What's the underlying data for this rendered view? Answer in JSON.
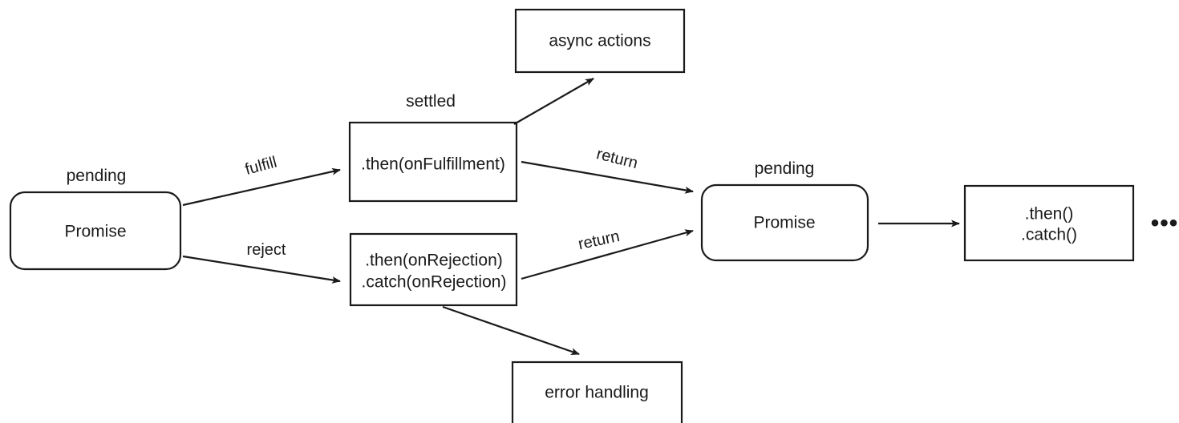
{
  "diagram": {
    "title": "JavaScript Promise lifecycle flow",
    "background_color": "#ffffff",
    "stroke_color": "#1a1a1a",
    "nodes": {
      "promise_pending_left": {
        "label": "Promise",
        "state_label": "pending",
        "shape": "rounded-rect"
      },
      "then_on_fulfillment": {
        "label": ".then(onFulfillment)",
        "state_label": "settled",
        "shape": "rect"
      },
      "then_on_rejection": {
        "label_line1": ".then(onRejection)",
        "label_line2": ".catch(onRejection)",
        "shape": "rect"
      },
      "async_actions": {
        "label": "async actions",
        "shape": "rect"
      },
      "error_handling": {
        "label": "error handling",
        "shape": "rect"
      },
      "promise_pending_right": {
        "label": "Promise",
        "state_label": "pending",
        "shape": "rounded-rect"
      },
      "then_catch_chain": {
        "label_line1": ".then()",
        "label_line2": ".catch()",
        "shape": "rect"
      },
      "continuation": {
        "label": "•••"
      }
    },
    "edges": [
      {
        "id": "fulfill",
        "label": "fulfill",
        "from": "promise_pending_left",
        "to": "then_on_fulfillment",
        "rotation_deg": -15
      },
      {
        "id": "reject",
        "label": "reject",
        "from": "promise_pending_left",
        "to": "then_on_rejection",
        "rotation_deg": 0
      },
      {
        "id": "async",
        "label": "",
        "from": "then_on_fulfillment",
        "to": "async_actions",
        "rotation_deg": 0
      },
      {
        "id": "error",
        "label": "",
        "from": "then_on_rejection",
        "to": "error_handling",
        "rotation_deg": 0
      },
      {
        "id": "return_upper",
        "label": "return",
        "from": "then_on_fulfillment",
        "to": "promise_pending_right",
        "rotation_deg": 14
      },
      {
        "id": "return_lower",
        "label": "return",
        "from": "then_on_rejection",
        "to": "promise_pending_right",
        "rotation_deg": -12
      },
      {
        "id": "chain",
        "label": "",
        "from": "promise_pending_right",
        "to": "then_catch_chain",
        "rotation_deg": 0
      }
    ]
  }
}
